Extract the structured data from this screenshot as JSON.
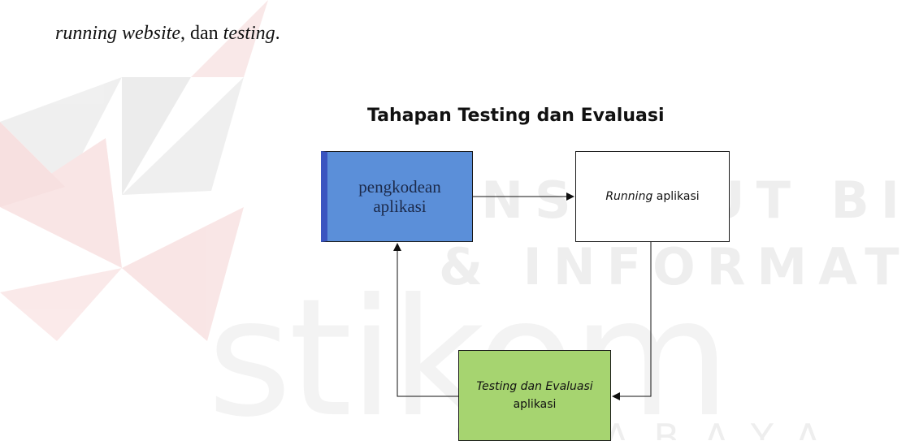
{
  "intro": {
    "part1": "running website",
    "part2": ", dan ",
    "part3": "testing",
    "part4": "."
  },
  "diagram": {
    "title": "Tahapan Testing dan Evaluasi",
    "box_coding": {
      "line1": "pengkodean",
      "line2": "aplikasi",
      "color": "#5b8fd9"
    },
    "box_running": {
      "italic": "Running",
      "rest": " aplikasi"
    },
    "box_testing": {
      "italic": "Testing dan Evaluasi",
      "line2": "aplikasi",
      "color": "#a6d470"
    }
  },
  "watermark": {
    "line1": "INSTITUT BISNIS",
    "line2": "& INFORMATIKA",
    "brand": "stikom",
    "city": "SURABAYA"
  }
}
